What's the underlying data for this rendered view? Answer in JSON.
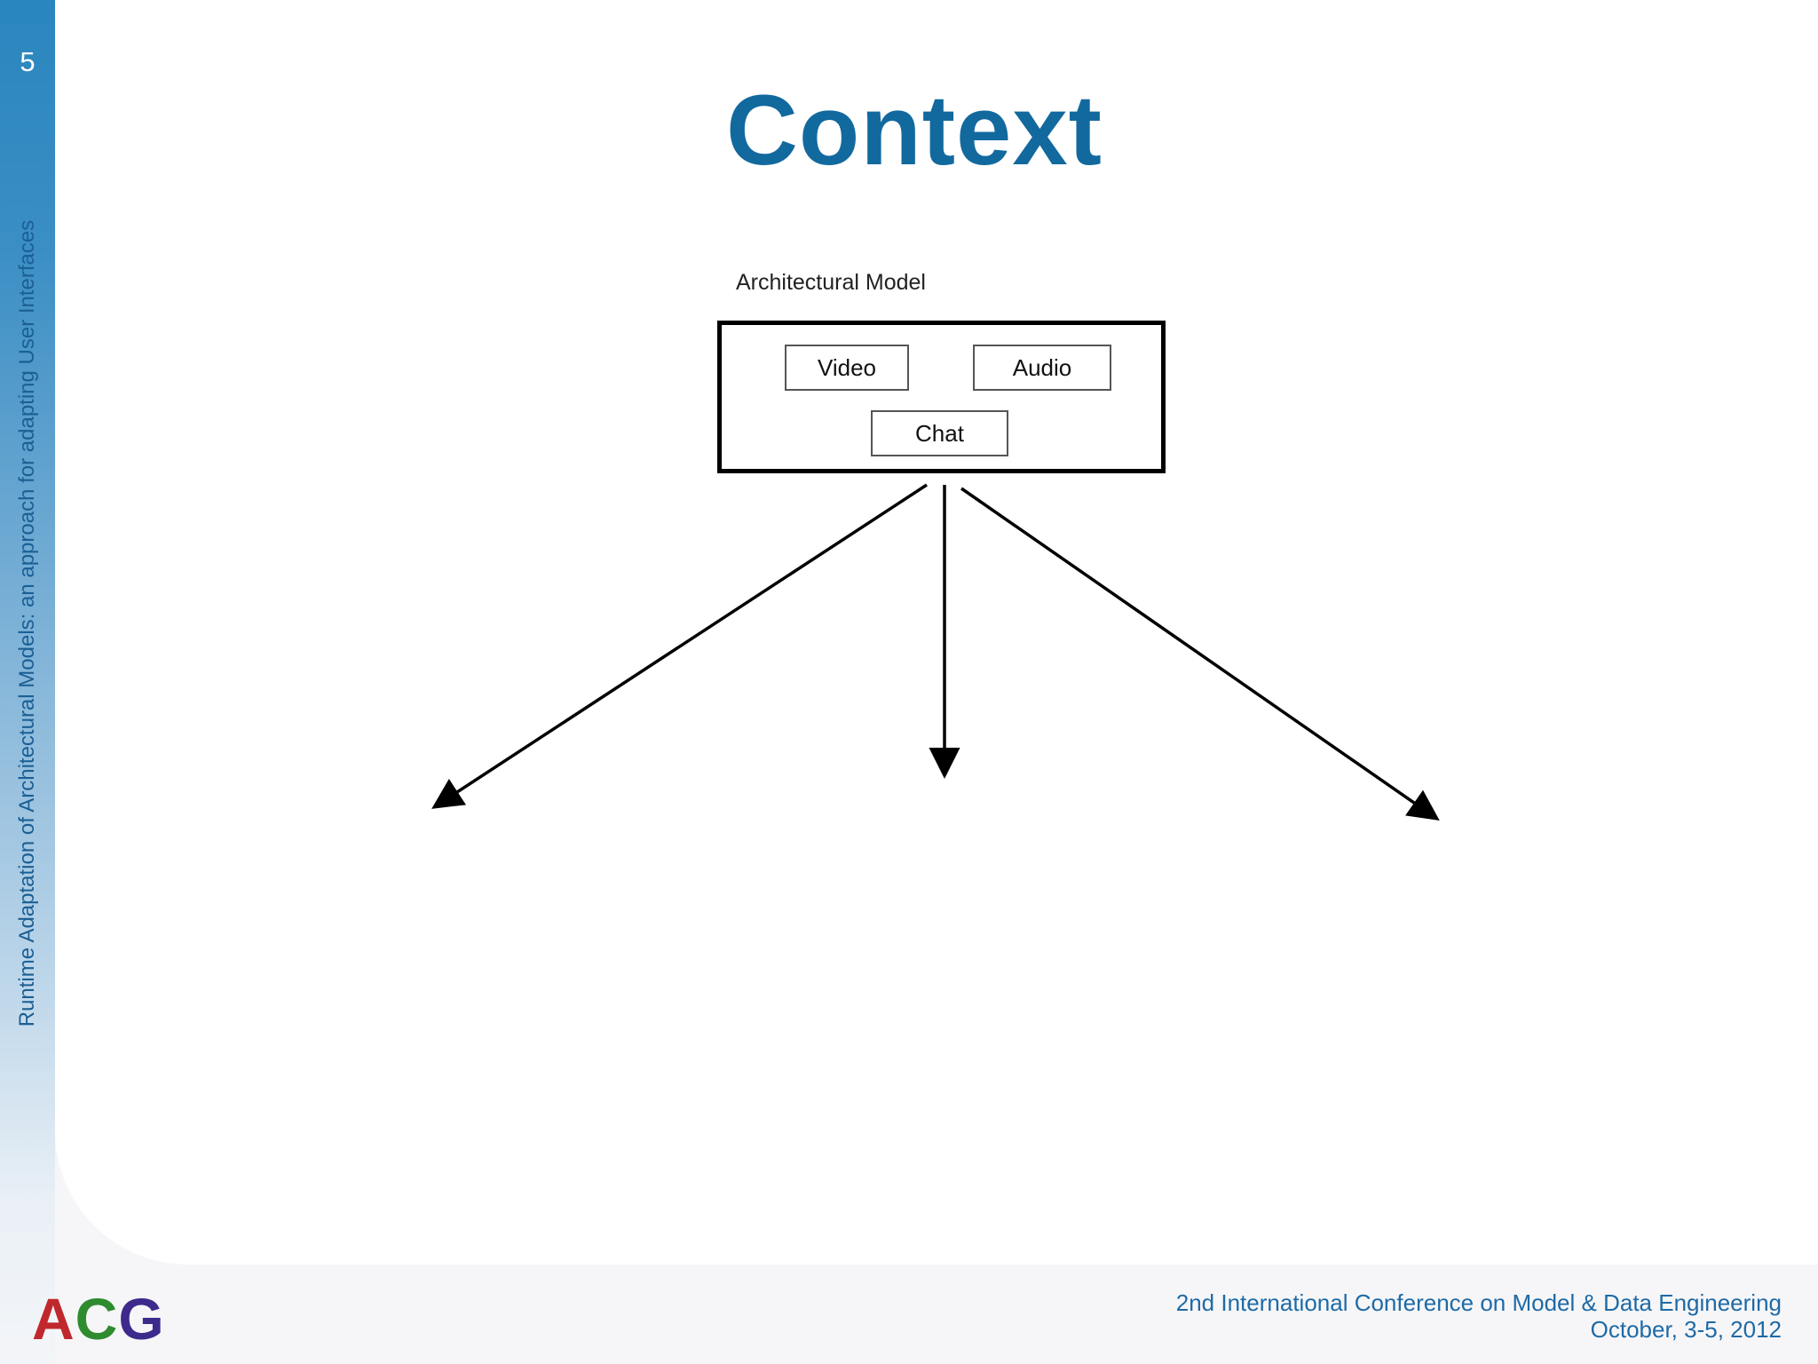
{
  "slide": {
    "number": "5",
    "side_title": "Runtime Adaptation of Architectural Models: an approach for adapting User Interfaces",
    "title": "Context"
  },
  "diagram": {
    "caption": "Architectural Model",
    "components": {
      "video": "Video",
      "audio": "Audio",
      "chat": "Chat"
    },
    "arrows": [
      "left",
      "down",
      "right"
    ]
  },
  "footer": {
    "logo": {
      "l1": "A",
      "l2": "C",
      "l3": "G"
    },
    "conference": "2nd International Conference on Model & Data Engineering",
    "date": "October, 3-5, 2012"
  },
  "colors": {
    "title": "#12699e",
    "side_bar_top": "#2a86bf",
    "footer_text": "#1e6aa6",
    "logo_a": "#c0282d",
    "logo_c": "#2e8b2e",
    "logo_g": "#3d2a8c"
  }
}
